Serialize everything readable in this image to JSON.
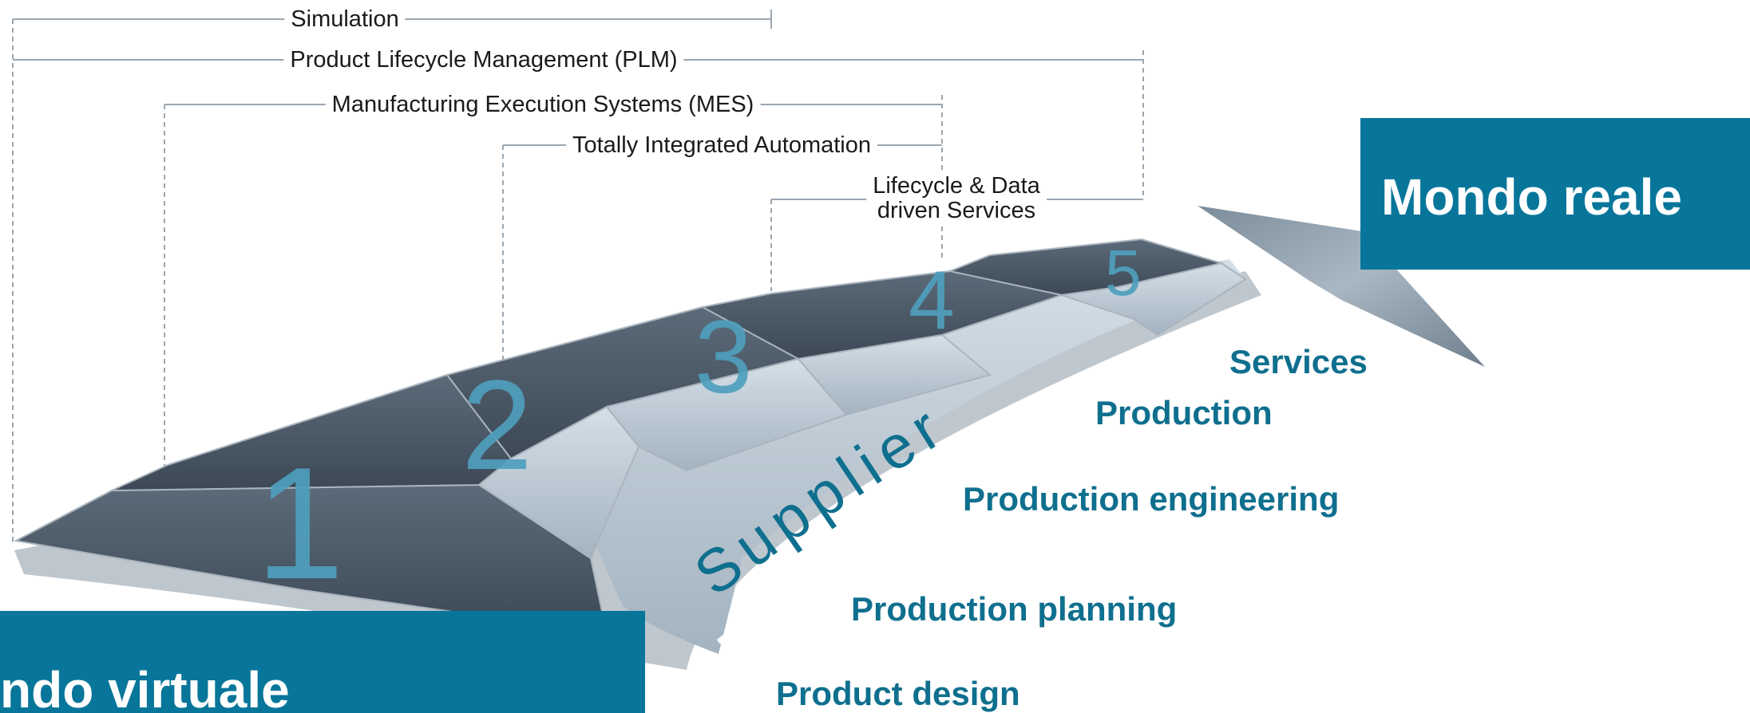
{
  "brackets": {
    "simulation": "Simulation",
    "plm": "Product Lifecycle Management (PLM)",
    "mes": "Manufacturing Execution Systems (MES)",
    "tia": "Totally Integrated Automation",
    "services_line1": "Lifecycle & Data",
    "services_line2": "driven Services"
  },
  "steps": [
    "1",
    "2",
    "3",
    "4",
    "5"
  ],
  "supplier_text": "Supplier",
  "phases": {
    "services": "Services",
    "production": "Production",
    "production_engineering": "Production engineering",
    "production_planning": "Production planning",
    "product_design": "Product design"
  },
  "banners": {
    "real_world": "Mondo reale",
    "virtual_world": "ndo virtuale"
  },
  "colors": {
    "banner": "#08769a",
    "phase_text": "#0f6f8e",
    "step_numbers": "#4f9fbd",
    "panel_dark": "#4a5568",
    "panel_light": "#b8c6d2"
  }
}
